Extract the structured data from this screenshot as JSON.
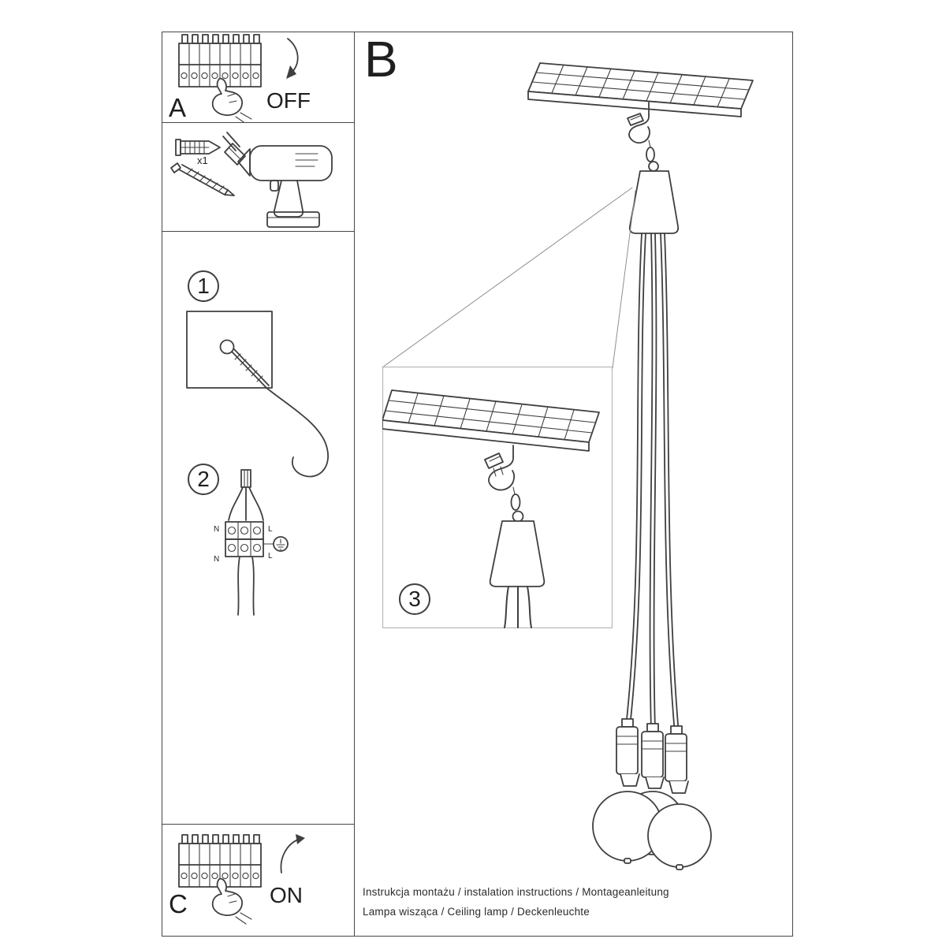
{
  "doc": {
    "section_a": {
      "label": "A",
      "action": "OFF"
    },
    "section_b": {
      "label": "B"
    },
    "section_c": {
      "label": "C",
      "action": "ON"
    },
    "steps": {
      "one": "1",
      "two": "2",
      "three": "3"
    },
    "tools": {
      "dowel_count": "x1"
    },
    "wiring": {
      "n_top": "N",
      "l_top": "L",
      "n_bottom": "N",
      "l_bottom": "L"
    },
    "footer": {
      "line1": "Instrukcja montażu / instalation instructions / Montageanleitung",
      "line2": "Lampa wisząca / Ceiling lamp / Deckenleuchte"
    }
  }
}
